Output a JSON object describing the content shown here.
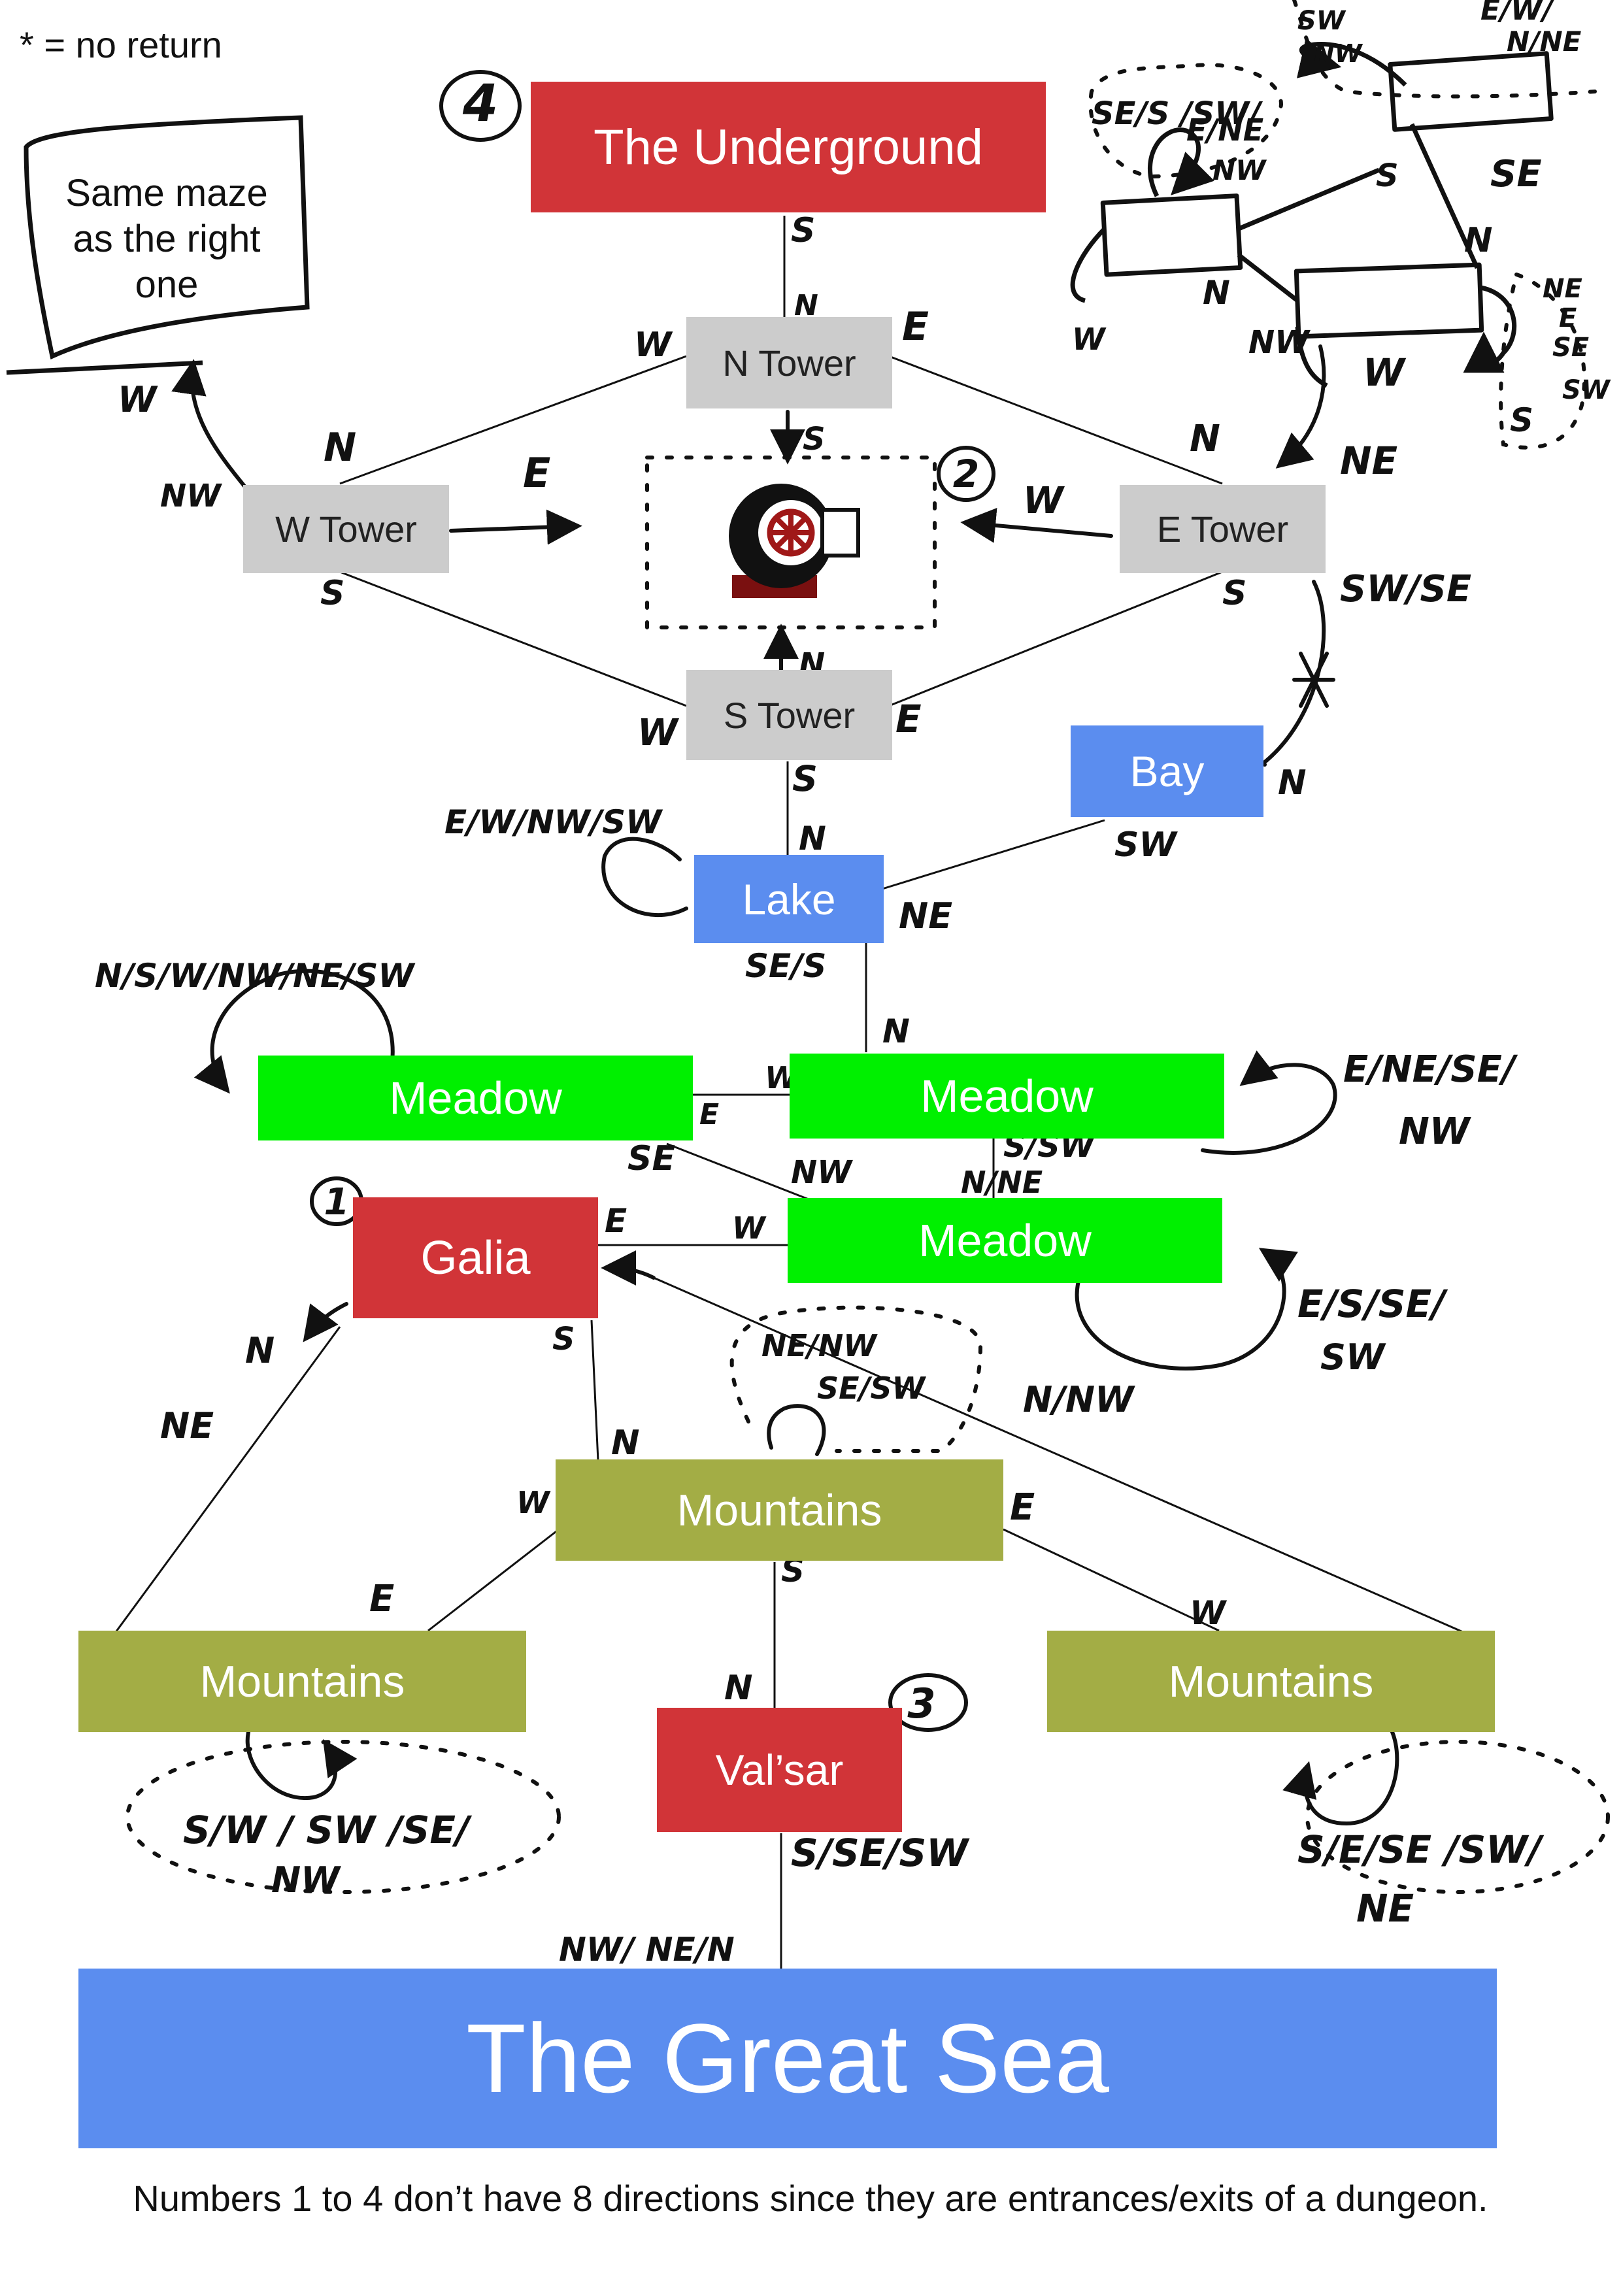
{
  "legend": {
    "no_return": "* = no return"
  },
  "footnote": "Numbers 1 to 4 don’t have 8 directions since they are entrances/exits of a dungeon.",
  "note_box": {
    "lines": [
      "Same  maze",
      "as the right",
      "one"
    ]
  },
  "colors": {
    "dungeon": "#d13438",
    "tower": "#cccccc",
    "water": "#5b8def",
    "meadow": "#00f000",
    "mountains": "#a3ad45",
    "ink": "#111111"
  },
  "nodes": {
    "underground": "The Underground",
    "n_tower": "N Tower",
    "w_tower": "W Tower",
    "e_tower": "E Tower",
    "s_tower": "S Tower",
    "bay": "Bay",
    "lake": "Lake",
    "meadow_left": "Meadow",
    "meadow_right": "Meadow",
    "meadow_lower": "Meadow",
    "galia": "Galia",
    "mountains_center": "Mountains",
    "mountains_left": "Mountains",
    "mountains_right": "Mountains",
    "valsar": "Val’sar",
    "great_sea": "The Great Sea"
  },
  "badges": {
    "one": "1",
    "two": "2",
    "three": "3",
    "four": "4"
  },
  "labels": {
    "underground_s": "S",
    "ntower_n": "N",
    "ntower_w": "W",
    "ntower_e": "E",
    "ntower_s": "S",
    "wtower_n": "N",
    "wtower_nw": "NW",
    "wtower_w": "W",
    "wtower_e": "E",
    "wtower_s": "S",
    "etower_n": "N",
    "etower_ne": "NE",
    "etower_w": "W",
    "etower_s": "S",
    "etower_swse": "SW/SE",
    "stower_n": "N",
    "stower_w": "W",
    "stower_e": "E",
    "stower_s": "S",
    "bay_n": "N",
    "bay_sw": "SW",
    "lake_n": "N",
    "lake_ne": "NE",
    "lake_loop": "E/W/NW/SW",
    "lake_ses": "SE/S",
    "meadowleft_loop": "N/S/W/NW/NE/SW",
    "meadowleft_e": "E",
    "meadowleft_se": "SE",
    "meadowright_n": "N",
    "meadowright_w": "W",
    "meadowright_ssw": "S/SW",
    "meadowright_nw": "NW",
    "meadowright_loop1": "E/NE/SE/",
    "meadowright_loop2": "NW",
    "meadowlower_nne": "N/NE",
    "meadowlower_w": "W",
    "meadowlower_loop1": "E/S/SE/",
    "meadowlower_loop2": "SW",
    "galia_e": "E",
    "galia_s": "S",
    "galia_nne1": "N",
    "galia_nne2": "NE",
    "galia_nnw": "N/NW",
    "mtn_center_n": "N",
    "mtn_center_w": "W",
    "mtn_center_e": "E",
    "mtn_center_s": "S",
    "mtn_center_loop1": "NE/NW",
    "mtn_center_loop2": "SE/SW",
    "mtn_left_e": "E",
    "mtn_left_loop1": "S/W / SW /SE/",
    "mtn_left_loop2": "NW",
    "mtn_right_w": "W",
    "mtn_right_loop1": "S/E/SE /SW/",
    "mtn_right_loop2": "NE",
    "valsar_n": "N",
    "valsar_exit": "S/SE/SW",
    "sea_entry": "NW/ NE/N",
    "maze_sw": "SW",
    "maze_nw": "NW",
    "maze_ewnne": "E/W/",
    "maze_nne": "N/NE",
    "maze_loop1": "SE/S /SW/",
    "maze_loop2": "E/NE",
    "maze_nw2": "NW",
    "maze_s": "S",
    "maze_se": "SE",
    "maze_n": "N",
    "maze_n2": "N",
    "maze_w": "W",
    "maze_nw3": "NW",
    "maze_w2": "W",
    "maze_loop3a": "NE",
    "maze_loop3b": "E",
    "maze_loop3c": "SE",
    "maze_loop3d": "SW",
    "maze_s2": "S"
  }
}
